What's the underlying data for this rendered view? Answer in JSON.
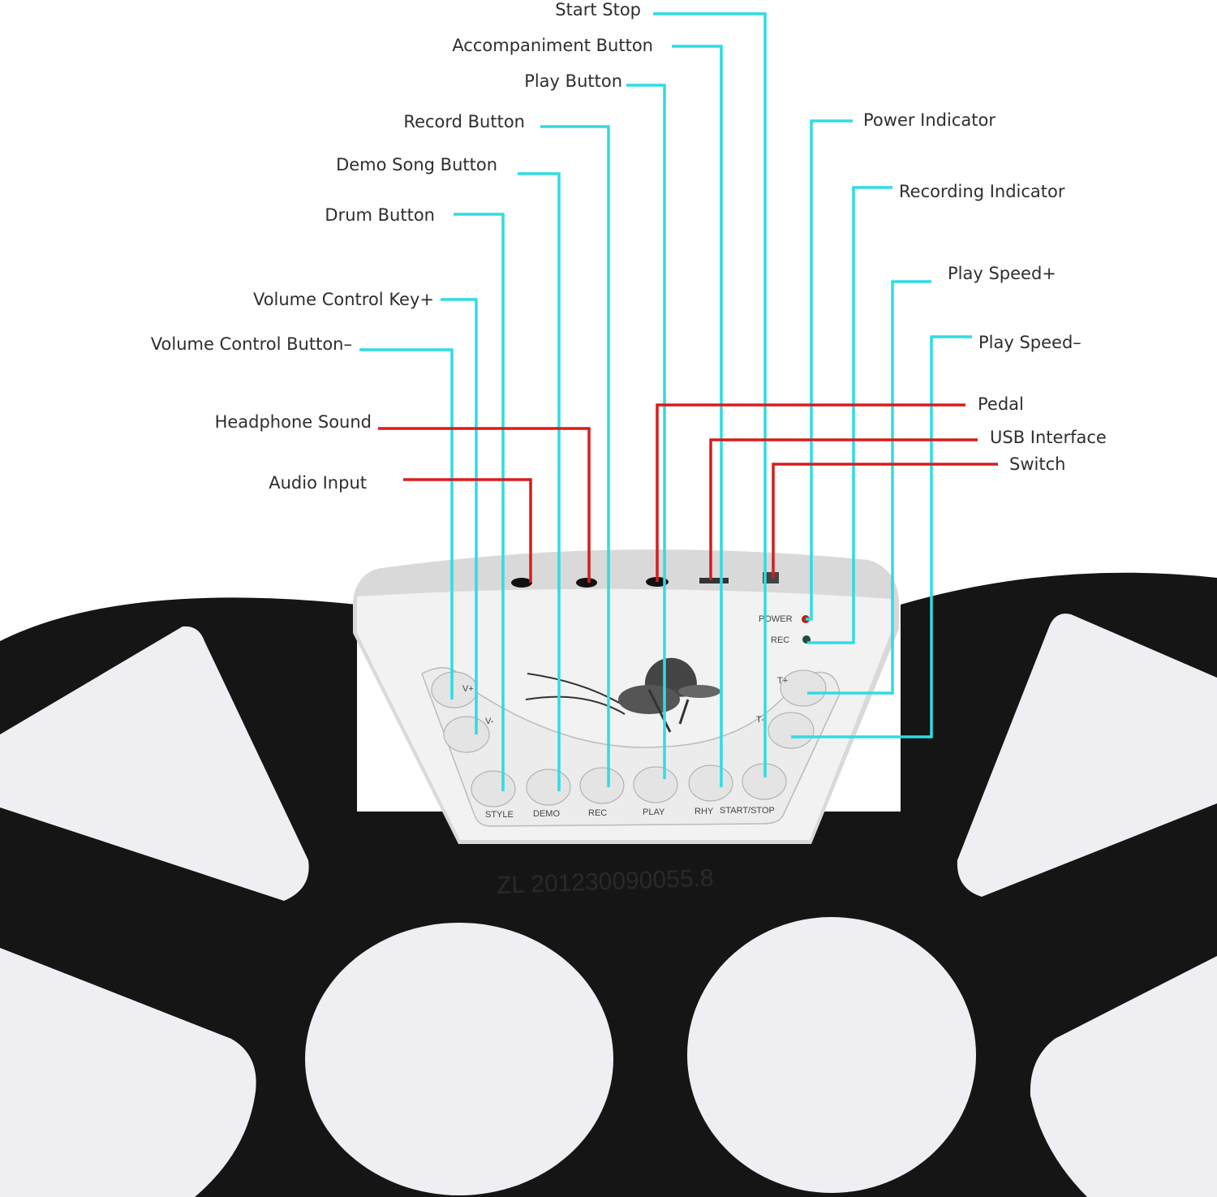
{
  "callouts": {
    "start_stop": "Start Stop",
    "accompaniment": "Accompaniment Button",
    "play": "Play Button",
    "record": "Record Button",
    "demo_song": "Demo Song Button",
    "drum": "Drum Button",
    "volume_plus": "Volume Control Key+",
    "volume_minus": "Volume Control Button–",
    "headphone": "Headphone Sound",
    "audio_input": "Audio Input",
    "power_indicator": "Power Indicator",
    "recording_indicator": "Recording Indicator",
    "speed_plus": "Play Speed+",
    "speed_minus": "Play Speed–",
    "pedal": "Pedal",
    "usb": "USB Interface",
    "switch": "Switch"
  },
  "device": {
    "buttons": [
      "STYLE",
      "DEMO",
      "REC",
      "PLAY",
      "RHY",
      "START/STOP"
    ],
    "power": "POWER",
    "rec": "REC",
    "v_plus": "V+",
    "v_minus": "V-",
    "t_plus": "T+",
    "t_minus": "T-",
    "patent": "ZL 201230090055.8"
  },
  "colors": {
    "control_line": "#2fdce3",
    "port_line": "#d81c1c"
  }
}
